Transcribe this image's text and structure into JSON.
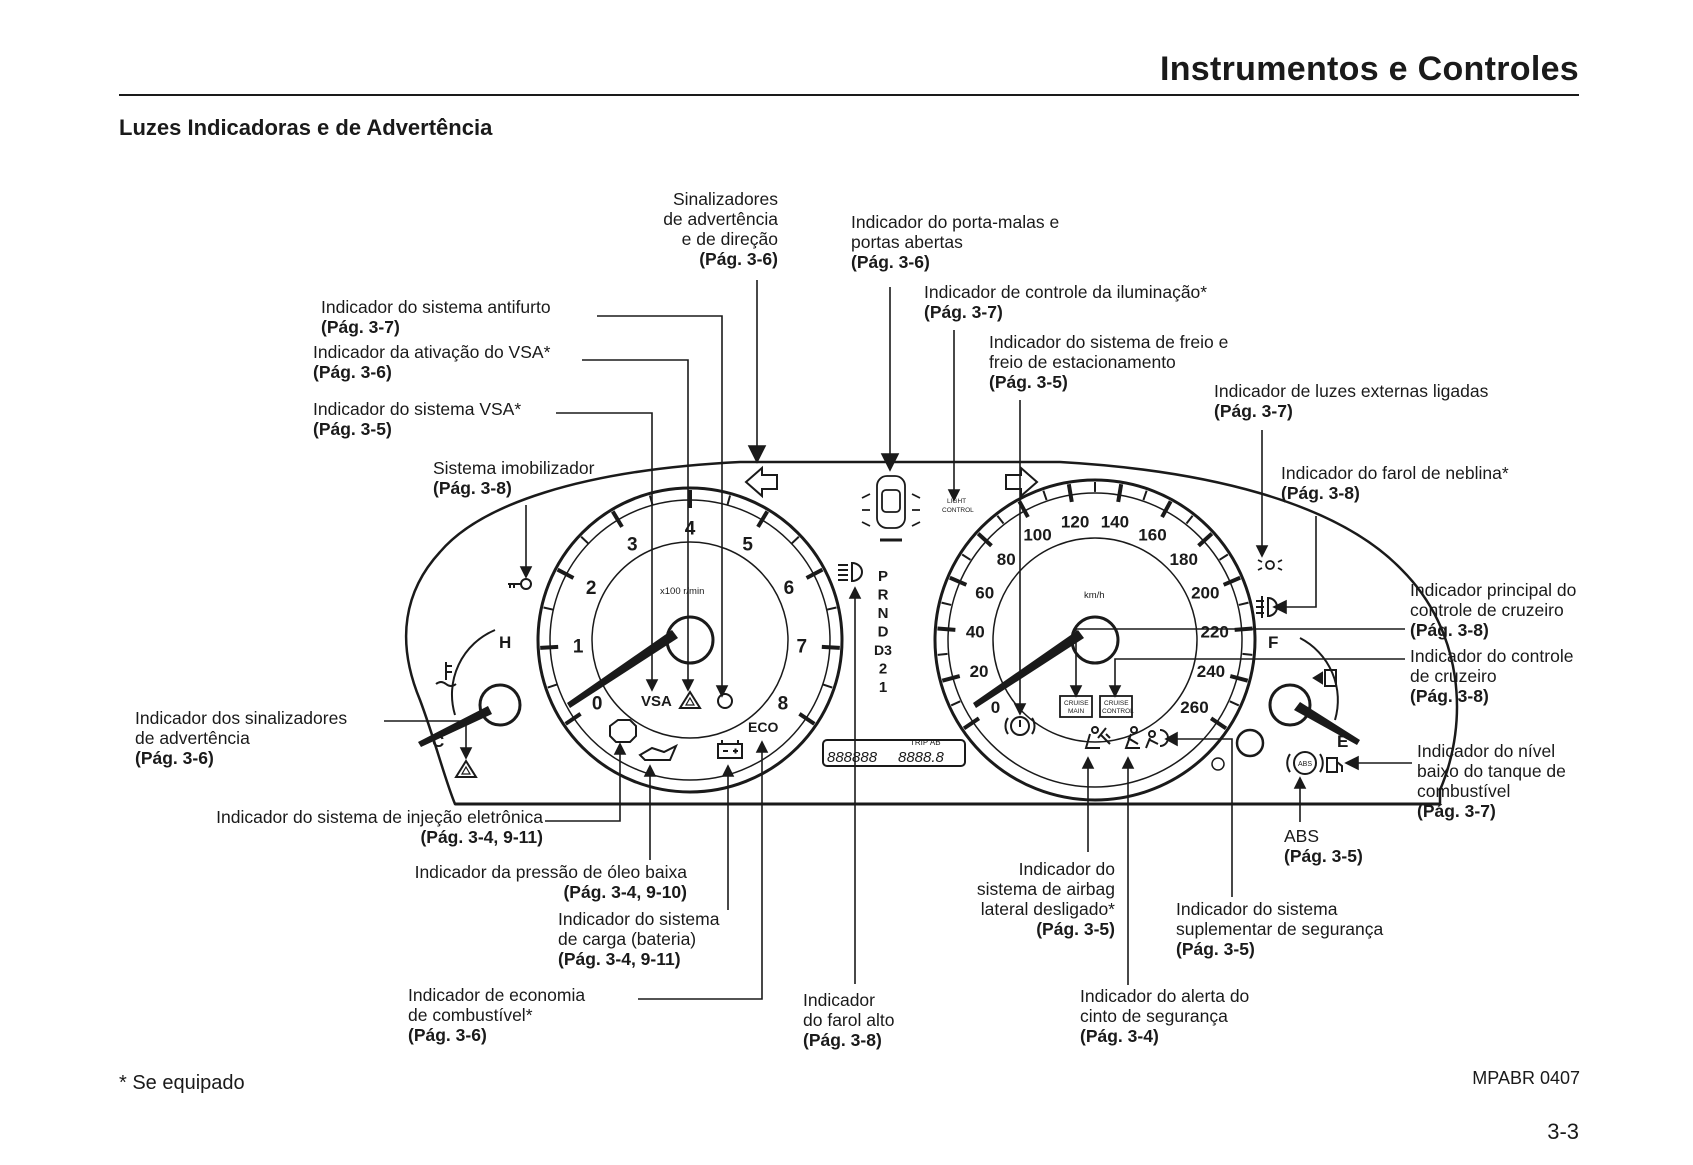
{
  "header": {
    "title": "Instrumentos e Controles"
  },
  "section_title": "Luzes Indicadoras e de Advertência",
  "footnote": "* Se equipado",
  "figure_code": "MPABR 0407",
  "page_number": "3-3",
  "callouts": {
    "hazard": {
      "lines": [
        "Sinalizadores",
        "de advertência",
        "e de direção"
      ],
      "page": "(Pág. 3-6)"
    },
    "doors": {
      "lines": [
        "Indicador do porta-malas e",
        "portas abertas"
      ],
      "page": "(Pág. 3-6)"
    },
    "antitheft": {
      "lines": [
        "Indicador do sistema antifurto"
      ],
      "page": "(Pág. 3-7)"
    },
    "light_ctrl": {
      "lines": [
        "Indicador de controle da iluminação*"
      ],
      "page": "(Pág. 3-7)"
    },
    "vsa_act": {
      "lines": [
        "Indicador da ativação do VSA*"
      ],
      "page": "(Pág. 3-6)"
    },
    "brake": {
      "lines": [
        "Indicador do sistema de freio e",
        "freio de estacionamento"
      ],
      "page": "(Pág. 3-5)"
    },
    "vsa": {
      "lines": [
        "Indicador do sistema VSA*"
      ],
      "page": "(Pág. 3-5)"
    },
    "ext_lights": {
      "lines": [
        "Indicador de luzes externas ligadas"
      ],
      "page": "(Pág. 3-7)"
    },
    "immobilizer": {
      "lines": [
        "Sistema imobilizador"
      ],
      "page": "(Pág. 3-8)"
    },
    "fog": {
      "lines": [
        "Indicador do farol de neblina*"
      ],
      "page": "(Pág. 3-8)"
    },
    "cruise_main": {
      "lines": [
        "Indicador principal do",
        "controle de cruzeiro"
      ],
      "page": "(Pág. 3-8)"
    },
    "cruise_ctrl": {
      "lines": [
        "Indicador do controle",
        "de cruzeiro"
      ],
      "page": "(Pág. 3-8)"
    },
    "turn": {
      "lines": [
        "Indicador dos sinalizadores",
        "de advertência"
      ],
      "page": "(Pág. 3-6)"
    },
    "low_fuel": {
      "lines": [
        "Indicador do nível",
        "baixo do tanque de",
        "combustível"
      ],
      "page": "(Pág. 3-7)"
    },
    "injection": {
      "lines": [
        "Indicador do sistema de injeção eletrônica"
      ],
      "page": "(Pág. 3-4, 9-11)"
    },
    "abs": {
      "lines": [
        "ABS"
      ],
      "page": "(Pág. 3-5)"
    },
    "oil": {
      "lines": [
        "Indicador da pressão de óleo baixa"
      ],
      "page": "(Pág. 3-4, 9-10)"
    },
    "airbag_side": {
      "lines": [
        "Indicador do",
        "sistema de airbag",
        "lateral desligado*"
      ],
      "page": "(Pág. 3-5)"
    },
    "srs": {
      "lines": [
        "Indicador do sistema",
        "suplementar de segurança"
      ],
      "page": "(Pág. 3-5)"
    },
    "charge": {
      "lines": [
        "Indicador do sistema",
        "de carga (bateria)"
      ],
      "page": "(Pág. 3-4, 9-11)"
    },
    "eco": {
      "lines": [
        "Indicador de economia",
        "de combustível*"
      ],
      "page": "(Pág. 3-6)"
    },
    "high_beam": {
      "lines": [
        "Indicador",
        "do farol alto"
      ],
      "page": "(Pág. 3-8)"
    },
    "seatbelt": {
      "lines": [
        "Indicador do alerta do",
        "cinto de segurança"
      ],
      "page": "(Pág. 3-4)"
    }
  },
  "cluster": {
    "tach_numbers": [
      "0",
      "1",
      "2",
      "3",
      "4",
      "5",
      "6",
      "7",
      "8"
    ],
    "tach_unit": "x100 r/min",
    "speed_numbers": [
      "0",
      "20",
      "40",
      "60",
      "80",
      "100",
      "120",
      "140",
      "160",
      "180",
      "200",
      "220",
      "240",
      "260"
    ],
    "speed_unit": "km/h",
    "gears": [
      "P",
      "R",
      "N",
      "D",
      "D3",
      "2",
      "1"
    ],
    "temp_hot": "H",
    "temp_cold": "C",
    "fuel_full": "F",
    "fuel_empty": "E",
    "vsa_label": "VSA",
    "eco_label": "ECO",
    "trip_label": "TRIP AB",
    "odo_value": "888888",
    "trip_value": "8888.8",
    "light_ctrl_line1": "LIGHT",
    "light_ctrl_line2": "CONTROL",
    "cruise_main_line1": "CRUISE",
    "cruise_main_line2": "MAIN",
    "cruise_ctrl_line1": "CRUISE",
    "cruise_ctrl_line2": "CONTROL",
    "abs_label": "ABS"
  }
}
